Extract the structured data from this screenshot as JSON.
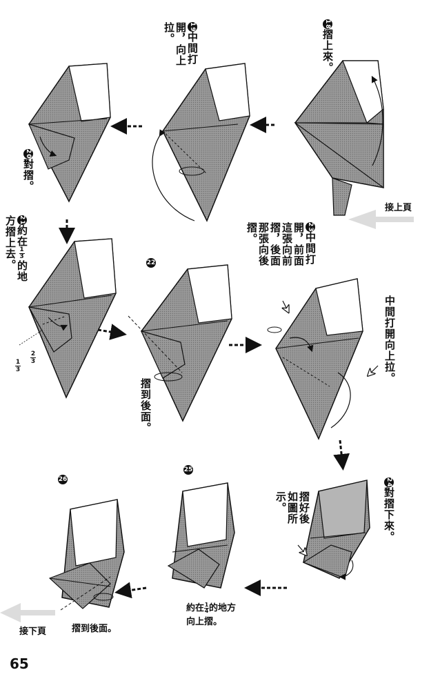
{
  "page": {
    "number": "65"
  },
  "steps": [
    {
      "num": "18",
      "text": "摺上來。"
    },
    {
      "num": "19",
      "text": "中間打開，向上拉。"
    },
    {
      "num": "20",
      "text": "對摺。"
    },
    {
      "num": "21",
      "text_a": "約在",
      "frac_num": "1",
      "frac_den": "3",
      "text_b": "的地方摺上去。"
    },
    {
      "num": "22",
      "text": "摺到後面。"
    },
    {
      "num": "23",
      "text": "中間打開，前面這張向前摺，後面那張向後摺。"
    },
    {
      "num": "24",
      "text": "對摺下來。"
    },
    {
      "num": "25",
      "text_a": "約在",
      "frac_num": "1",
      "frac_den": "4",
      "text_b": "的地方",
      "text_c": "向上摺。"
    },
    {
      "num": "26",
      "text": "摺到後面。"
    }
  ],
  "side_notes": {
    "step23_right": "中間打開向上拉。",
    "step24_left": "摺好後如圖所示。"
  },
  "step21_guides": {
    "a_num": "1",
    "a_den": "3",
    "b_num": "2",
    "b_den": "3"
  },
  "nav": {
    "continue_from": "接上頁",
    "continue_to": "接下頁"
  },
  "colors": {
    "paper_gray": "#8f8f8f",
    "paper_light": "#b0b0b0",
    "ink": "#111111",
    "nav_arrow": "#cfcfcf"
  }
}
